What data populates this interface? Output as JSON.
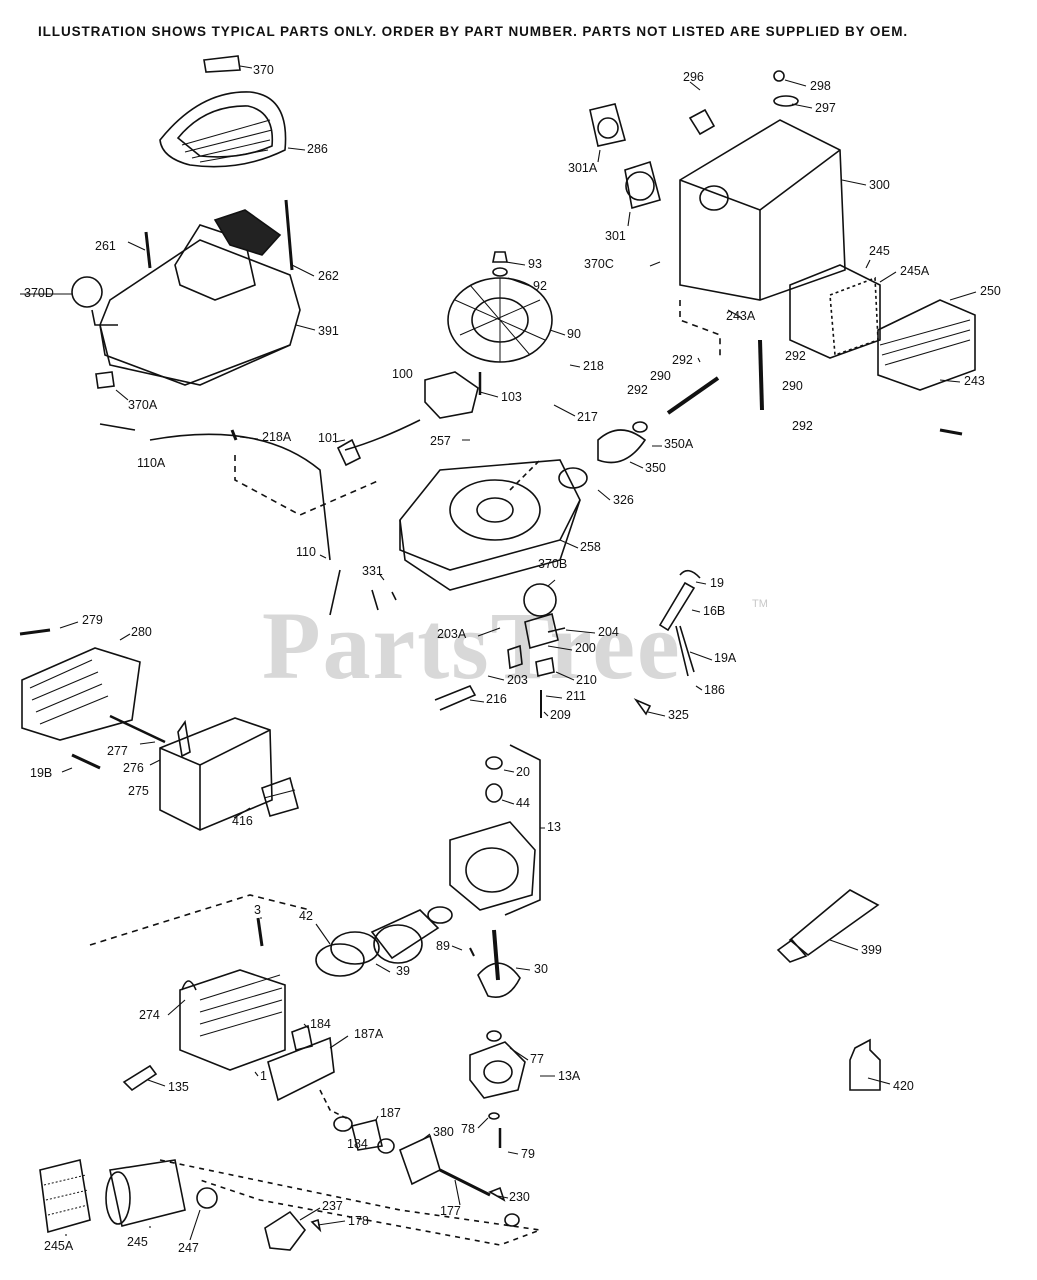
{
  "header": {
    "notice": "ILLUSTRATION SHOWS TYPICAL PARTS ONLY. ORDER BY PART NUMBER. PARTS NOT LISTED ARE SUPPLIED BY OEM."
  },
  "watermark": {
    "text": "PartsTree",
    "trademark": "TM"
  },
  "parts": [
    {
      "id": "370"
    },
    {
      "id": "286"
    },
    {
      "id": "296"
    },
    {
      "id": "298"
    },
    {
      "id": "297"
    },
    {
      "id": "301A"
    },
    {
      "id": "300"
    },
    {
      "id": "301"
    },
    {
      "id": "370C"
    },
    {
      "id": "245"
    },
    {
      "id": "245A"
    },
    {
      "id": "250"
    },
    {
      "id": "261"
    },
    {
      "id": "262"
    },
    {
      "id": "370D"
    },
    {
      "id": "391"
    },
    {
      "id": "370A"
    },
    {
      "id": "93"
    },
    {
      "id": "92"
    },
    {
      "id": "90"
    },
    {
      "id": "218"
    },
    {
      "id": "100"
    },
    {
      "id": "103"
    },
    {
      "id": "217"
    },
    {
      "id": "243A"
    },
    {
      "id": "292"
    },
    {
      "id": "290"
    },
    {
      "id": "243"
    },
    {
      "id": "218A"
    },
    {
      "id": "110A"
    },
    {
      "id": "101"
    },
    {
      "id": "257"
    },
    {
      "id": "350A"
    },
    {
      "id": "350"
    },
    {
      "id": "326"
    },
    {
      "id": "258"
    },
    {
      "id": "110"
    },
    {
      "id": "331"
    },
    {
      "id": "370B"
    },
    {
      "id": "19"
    },
    {
      "id": "16B"
    },
    {
      "id": "279"
    },
    {
      "id": "280"
    },
    {
      "id": "203A"
    },
    {
      "id": "204"
    },
    {
      "id": "200"
    },
    {
      "id": "19A"
    },
    {
      "id": "210"
    },
    {
      "id": "203"
    },
    {
      "id": "186"
    },
    {
      "id": "211"
    },
    {
      "id": "216"
    },
    {
      "id": "209"
    },
    {
      "id": "325"
    },
    {
      "id": "277"
    },
    {
      "id": "276"
    },
    {
      "id": "19B"
    },
    {
      "id": "275"
    },
    {
      "id": "20"
    },
    {
      "id": "44"
    },
    {
      "id": "416"
    },
    {
      "id": "13"
    },
    {
      "id": "3"
    },
    {
      "id": "42"
    },
    {
      "id": "89"
    },
    {
      "id": "39"
    },
    {
      "id": "30"
    },
    {
      "id": "399"
    },
    {
      "id": "274"
    },
    {
      "id": "184"
    },
    {
      "id": "187A"
    },
    {
      "id": "77"
    },
    {
      "id": "13A"
    },
    {
      "id": "135"
    },
    {
      "id": "1"
    },
    {
      "id": "420"
    },
    {
      "id": "187"
    },
    {
      "id": "380"
    },
    {
      "id": "78"
    },
    {
      "id": "79"
    },
    {
      "id": "230"
    },
    {
      "id": "177"
    },
    {
      "id": "237"
    },
    {
      "id": "178"
    },
    {
      "id": "245A"
    },
    {
      "id": "245"
    },
    {
      "id": "247"
    }
  ]
}
